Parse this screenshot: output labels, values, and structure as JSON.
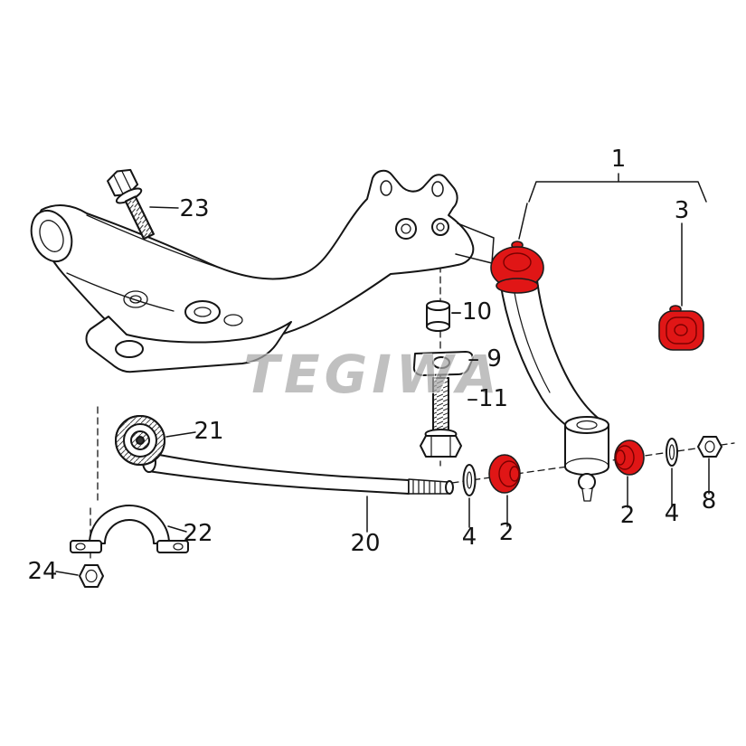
{
  "colors": {
    "highlight": "#e01616",
    "highlight-dark": "#7a0000",
    "line": "#151515",
    "watermark": "#a8a8a8"
  },
  "watermark": {
    "text": "TEGIWA"
  },
  "labels": [
    {
      "name": "bolt",
      "text": "23"
    },
    {
      "name": "control-arm-assembly",
      "text": "1"
    },
    {
      "name": "bushing",
      "text": "3"
    },
    {
      "name": "spacer",
      "text": "–10"
    },
    {
      "name": "plate",
      "text": "– 9"
    },
    {
      "name": "bolt",
      "text": "–11"
    },
    {
      "name": "stabilizer-bushing",
      "text": "21"
    },
    {
      "name": "clamp",
      "text": "22"
    },
    {
      "name": "nut",
      "text": "24"
    },
    {
      "name": "stabilizer-bar",
      "text": "20"
    },
    {
      "name": "washer",
      "text": "4"
    },
    {
      "name": "link-bushing",
      "text": "2"
    },
    {
      "name": "link-bushing",
      "text": "2"
    },
    {
      "name": "washer",
      "text": "4"
    },
    {
      "name": "nut",
      "text": "8"
    }
  ]
}
